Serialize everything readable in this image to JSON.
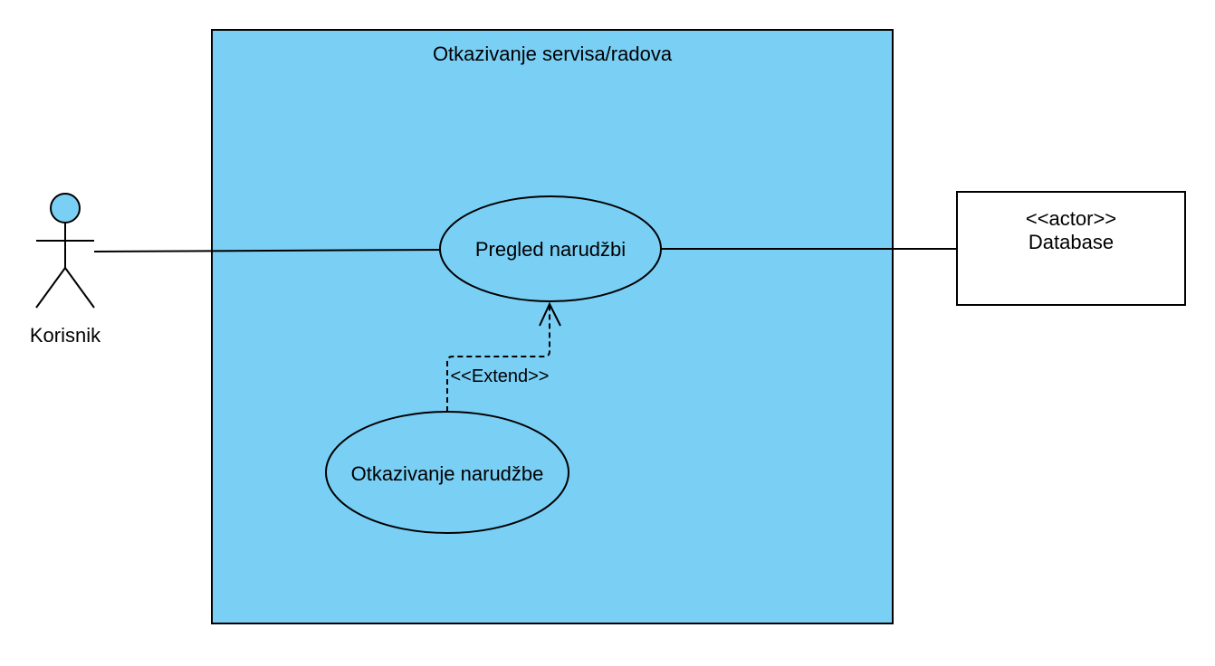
{
  "colors": {
    "system_fill": "#7ACFF5",
    "actor_head_fill": "#7ACFF5",
    "stroke": "#000000",
    "background": "#FFFFFF",
    "box_fill": "#FFFFFF"
  },
  "system": {
    "title": "Otkazivanje servisa/radova"
  },
  "use_cases": [
    {
      "label": "Pregled narudžbi"
    },
    {
      "label": "Otkazivanje narudžbe"
    }
  ],
  "relations": {
    "extend_label": "<<Extend>>"
  },
  "actors": {
    "user": {
      "name": "Korisnik",
      "icon": "stick-figure-icon"
    },
    "database": {
      "stereotype": "<<actor>>",
      "name": "Database"
    }
  }
}
